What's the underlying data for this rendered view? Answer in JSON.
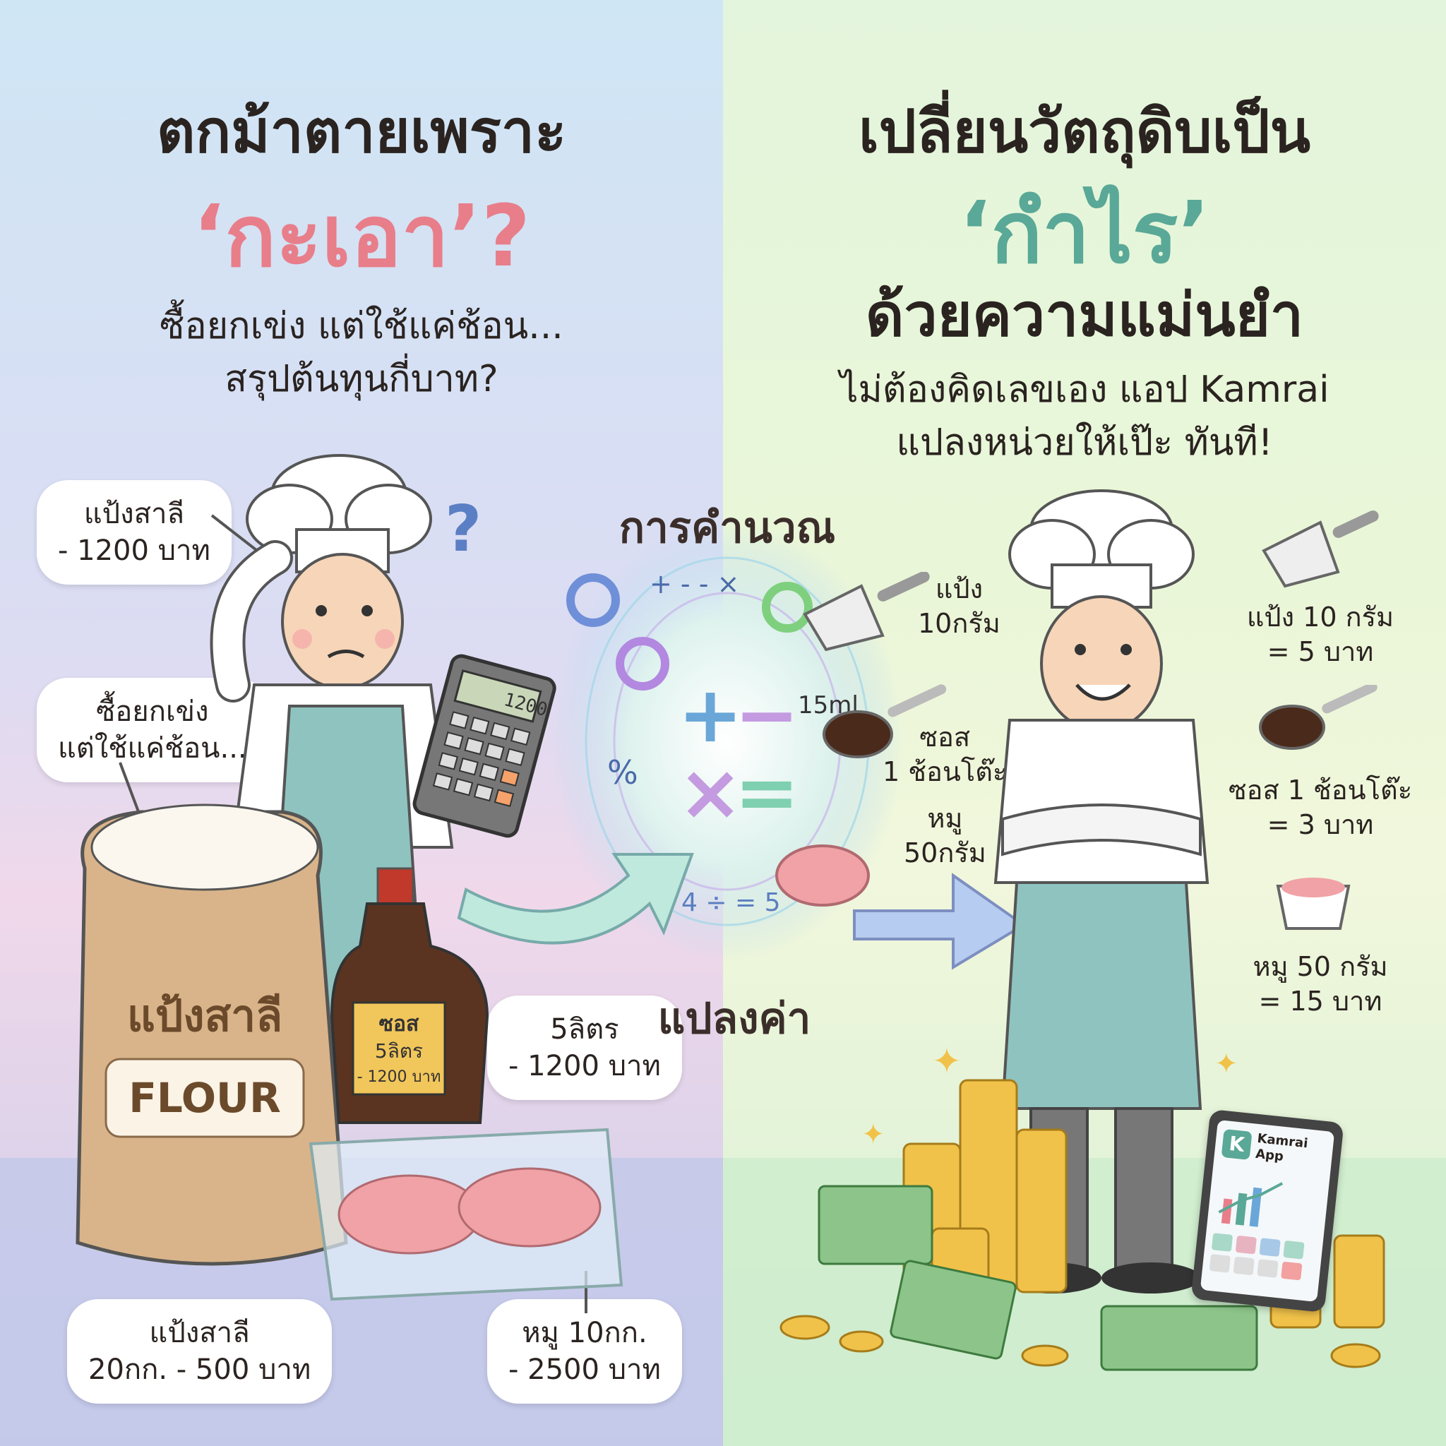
{
  "left": {
    "title_line1": "ตกม้าตายเพราะ",
    "title_line2": "‘กะเอา’?",
    "sub_line1": "ซื้อยกเข่ง แต่ใช้แค่ช้อน...",
    "sub_line2": "สรุปต้นทุนกี่บาท?",
    "bubble_flour": [
      "แป้งสาลี",
      "- 1200 บาท"
    ],
    "bubble_buy": [
      "ซื้อยกเข่ง",
      "แต่ใช้แค่ช้อน..."
    ],
    "bubble_flour_bag": [
      "แป้งสาลี",
      "20กก. - 500 บาท"
    ],
    "bubble_sauce": [
      "5ลิตร",
      "- 1200 บาท"
    ],
    "bubble_pork": [
      "หมู 10กก.",
      "- 2500 บาท"
    ],
    "sack_label_th": "แป้งสาลี",
    "sack_label_en": "FLOUR",
    "bottle_label": [
      "ซอส",
      "5ลิตร",
      "- 1200 บาท"
    ],
    "calculator_display": "1200"
  },
  "middle": {
    "top_label": "การคำนวณ",
    "bottom_label": "แปลงค่า",
    "ops": "+ - - ×",
    "division": "4 ÷ = 5",
    "percent": "%",
    "ml": "15ml",
    "flour_small": [
      "แป้ง",
      "10กรัม"
    ],
    "sauce_small": [
      "ซอส",
      "1 ช้อนโต๊ะ"
    ],
    "pork_small": [
      "หมู",
      "50กรัม"
    ]
  },
  "right": {
    "title_line1": "เปลี่ยนวัตถุดิบเป็น",
    "title_line2": "‘กำไร’",
    "title_line3": "ด้วยความแม่นยำ",
    "sub_line1": "ไม่ต้องคิดเลขเอง แอป Kamrai",
    "sub_line2": "แปลงหน่วยให้เป๊ะ ทันที!",
    "cost_flour": [
      "แป้ง 10 กรัม",
      "= 5 บาท"
    ],
    "cost_sauce": [
      "ซอส 1 ช้อนโต๊ะ",
      "= 3 บาท"
    ],
    "cost_pork": [
      "หมู 50 กรัม",
      "= 15 บาท"
    ],
    "app_name": [
      "Kamrai",
      "App"
    ],
    "app_logo": "K"
  },
  "colors": {
    "accent_pink": "#e87e8a",
    "accent_teal": "#5aa897",
    "apron": "#8fc3bf"
  }
}
